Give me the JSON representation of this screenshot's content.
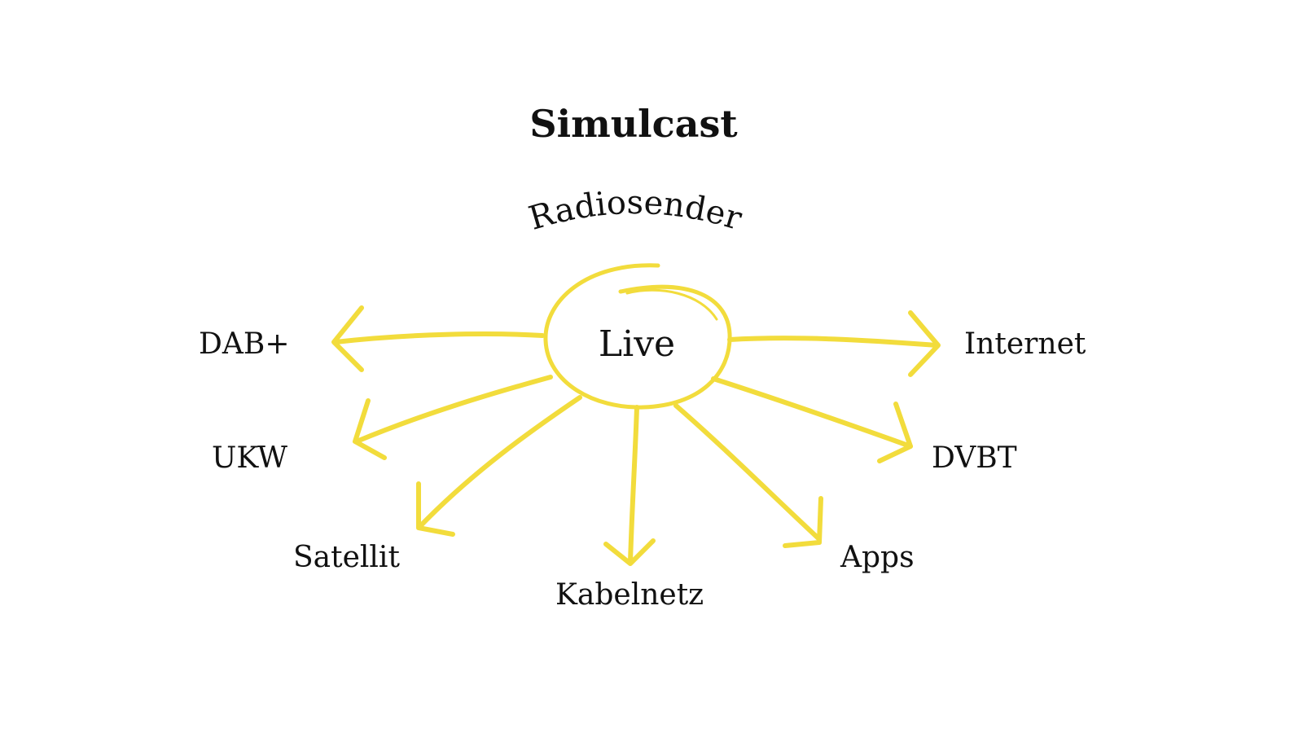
{
  "title": "Simulcast",
  "subtitle": "Radiosender",
  "center": {
    "label": "Live"
  },
  "targets": [
    {
      "id": "dab",
      "label": "DAB+"
    },
    {
      "id": "internet",
      "label": "Internet"
    },
    {
      "id": "ukw",
      "label": "UKW"
    },
    {
      "id": "dvbt",
      "label": "DVBT"
    },
    {
      "id": "satellit",
      "label": "Satellit"
    },
    {
      "id": "kabelnetz",
      "label": "Kabelnetz"
    },
    {
      "id": "apps",
      "label": "Apps"
    }
  ],
  "colors": {
    "accent": "#F2DC3C",
    "text": "#111111",
    "background": "#FFFFFF"
  }
}
